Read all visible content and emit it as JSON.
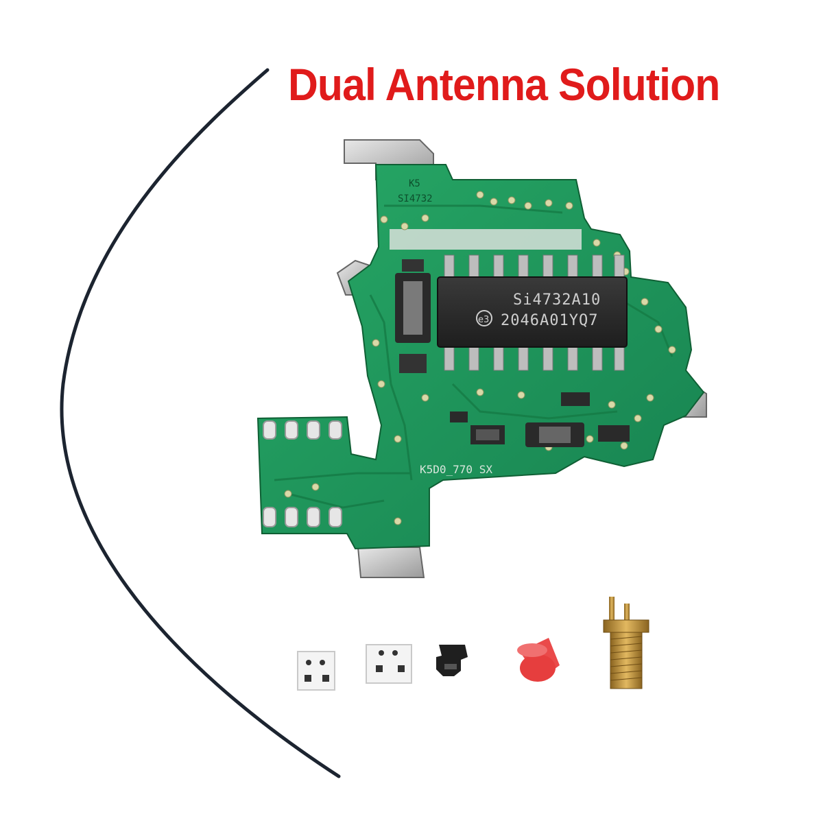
{
  "headline": {
    "text": "Dual Antenna Solution",
    "color": "#e01b1b"
  },
  "chip": {
    "line1": "Si4732A10",
    "line2": "2046A01YQ7",
    "logo": "e3"
  },
  "silkscreen": {
    "top_line1": "K5",
    "top_line2": "SI4732",
    "bottom": "K5D0_770 SX"
  },
  "colors": {
    "pcb": "#1f9a5c",
    "pcb_dark": "#157a45",
    "chip_body": "#2b2b2b",
    "cap": "#ea4a4a",
    "brass": "#c99a3b",
    "wire": "#1c2430"
  },
  "icons": {
    "board": "pcb-board-image",
    "wire": "antenna-wire-image",
    "connector": "sma-connector-image",
    "cap": "red-dust-cap-image"
  }
}
